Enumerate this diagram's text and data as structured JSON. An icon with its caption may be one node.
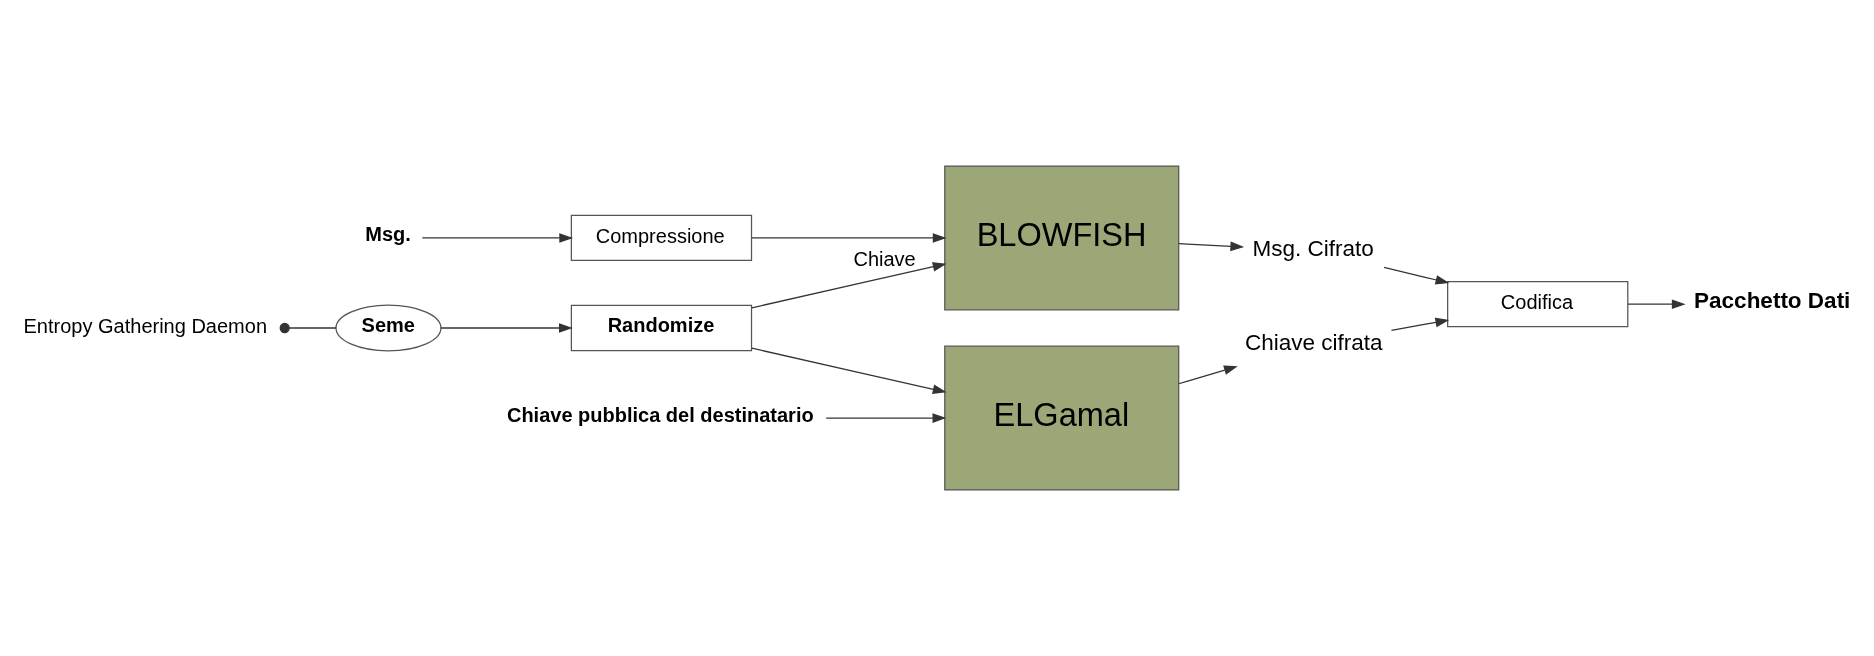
{
  "diagram": {
    "nodes": [
      {
        "text": [
          "Msg."
        ]
      },
      {
        "text": [
          "Compressione"
        ]
      },
      {
        "text": [
          "BLOWFISH"
        ]
      },
      {
        "text": [
          "Randomize"
        ]
      },
      {
        "text": [
          "Entropy Gathering Daemon"
        ]
      },
      {
        "text": [
          "Seme"
        ]
      },
      {
        "text": [
          "ELGamal"
        ]
      },
      {
        "text": [
          "Chiave pubblica del destinatario"
        ]
      },
      {
        "text": [
          "Msg. Cifrato"
        ]
      },
      {
        "text": [
          "Chiave cifrata"
        ]
      },
      {
        "text": [
          "Codifica"
        ]
      },
      {
        "text": [
          "Pacchetto Dati"
        ]
      }
    ],
    "edges": [
      {
        "from": 0,
        "to": 1,
        "arrow": "to"
      },
      {
        "from": 1,
        "to": 2,
        "arrow": "to"
      },
      {
        "from": 3,
        "to": 2,
        "arrow": "to",
        "label": "Chiave"
      },
      {
        "from": 3,
        "to": 6,
        "arrow": "to"
      },
      {
        "from": 5,
        "to": 3,
        "arrow": "to"
      },
      {
        "from": 4,
        "to": 5,
        "arrow": "other"
      },
      {
        "from": 7,
        "to": 6,
        "arrow": "to"
      },
      {
        "from": 2,
        "to": 8,
        "arrow": "to"
      },
      {
        "from": 6,
        "to": 9,
        "arrow": "to"
      },
      {
        "from": 8,
        "to": 10,
        "arrow": "to"
      },
      {
        "from": 9,
        "to": 10,
        "arrow": "to"
      },
      {
        "from": 10,
        "to": 11,
        "arrow": "to"
      }
    ]
  }
}
